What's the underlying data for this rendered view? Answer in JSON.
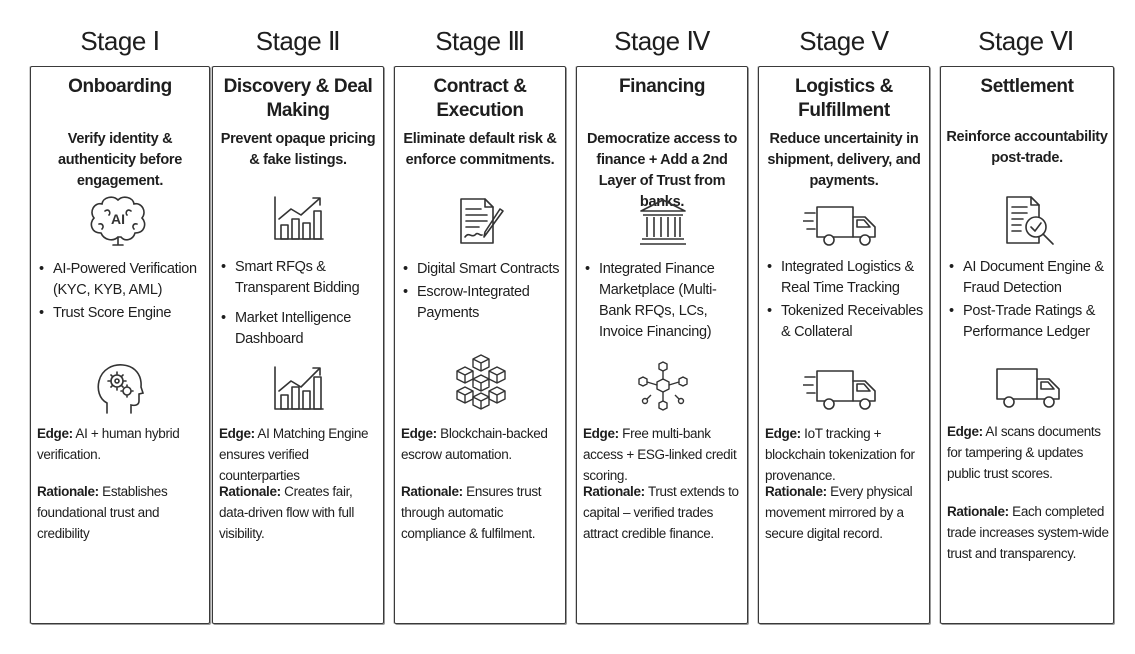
{
  "stages": [
    {
      "stage_label": "Stage Ⅰ",
      "title": "Onboarding",
      "goal": "Verify identity & authenticity before engagement.",
      "icon_top": "ai-brain-icon",
      "features": [
        "AI-Powered Verification (KYC, KYB, AML)",
        "Trust Score Engine"
      ],
      "icon_bottom": "human-head-gears-icon",
      "edge_label": "Edge:",
      "edge_text": "AI + human hybrid verification.",
      "rationale_label": "Rationale:",
      "rationale_text": "Establishes foundational trust and credibility"
    },
    {
      "stage_label": "Stage Ⅱ",
      "title": "Discovery & Deal Making",
      "goal": "Prevent opaque pricing & fake listings.",
      "icon_top": "bar-chart-trend-icon",
      "features": [
        "Smart RFQs & Transparent Bidding",
        "Market Intelligence Dashboard"
      ],
      "icon_bottom": "bar-chart-trend-icon",
      "edge_label": "Edge:",
      "edge_text": "AI Matching Engine ensures verified counterparties",
      "rationale_label": "Rationale:",
      "rationale_text": "Creates fair, data-driven flow with full visibility."
    },
    {
      "stage_label": "Stage Ⅲ",
      "title": "Contract & Execution",
      "goal": "Eliminate default risk & enforce commitments.",
      "icon_top": "contract-pen-icon",
      "features": [
        "Digital Smart Contracts",
        "Escrow-Integrated Payments"
      ],
      "icon_bottom": "blockchain-cubes-icon",
      "edge_label": "Edge:",
      "edge_text": "Blockchain-backed escrow automation.",
      "rationale_label": "Rationale:",
      "rationale_text": "Ensures trust through automatic compliance & fulfilment."
    },
    {
      "stage_label": "Stage Ⅳ",
      "title": "Financing",
      "goal": "Democratize access to finance + Add a 2nd Layer of Trust from banks.",
      "icon_top": "bank-icon",
      "features": [
        "Integrated Finance Marketplace (Multi-Bank RFQs, LCs, Invoice Financing)"
      ],
      "icon_bottom": "network-nodes-icon",
      "edge_label": "Edge:",
      "edge_text": "Free multi-bank access + ESG-linked credit scoring.",
      "rationale_label": "Rationale:",
      "rationale_text": "Trust extends to capital – verified trades attract credible finance."
    },
    {
      "stage_label": "Stage Ⅴ",
      "title": "Logistics & Fulfillment",
      "goal": "Reduce uncertainity in shipment, delivery, and payments.",
      "icon_top": "delivery-truck-icon",
      "features": [
        "Integrated Logistics & Real Time Tracking",
        "Tokenized Receivables & Collateral"
      ],
      "icon_bottom": "delivery-truck-icon",
      "edge_label": "Edge:",
      "edge_text": "IoT tracking + blockchain tokenization for provenance.",
      "rationale_label": "Rationale:",
      "rationale_text": "Every physical movement mirrored by a secure digital record."
    },
    {
      "stage_label": "Stage Ⅵ",
      "title": "Settlement",
      "goal": "Reinforce accountability post-trade.",
      "icon_top": "document-magnifier-icon",
      "features": [
        "AI Document Engine & Fraud Detection",
        "Post-Trade Ratings & Performance Ledger"
      ],
      "icon_bottom": "delivery-truck-icon",
      "edge_label": "Edge:",
      "edge_text": "AI scans documents for tampering & updates public trust scores.",
      "rationale_label": "Rationale:",
      "rationale_text": "Each completed trade increases system-wide trust and transparency."
    }
  ]
}
